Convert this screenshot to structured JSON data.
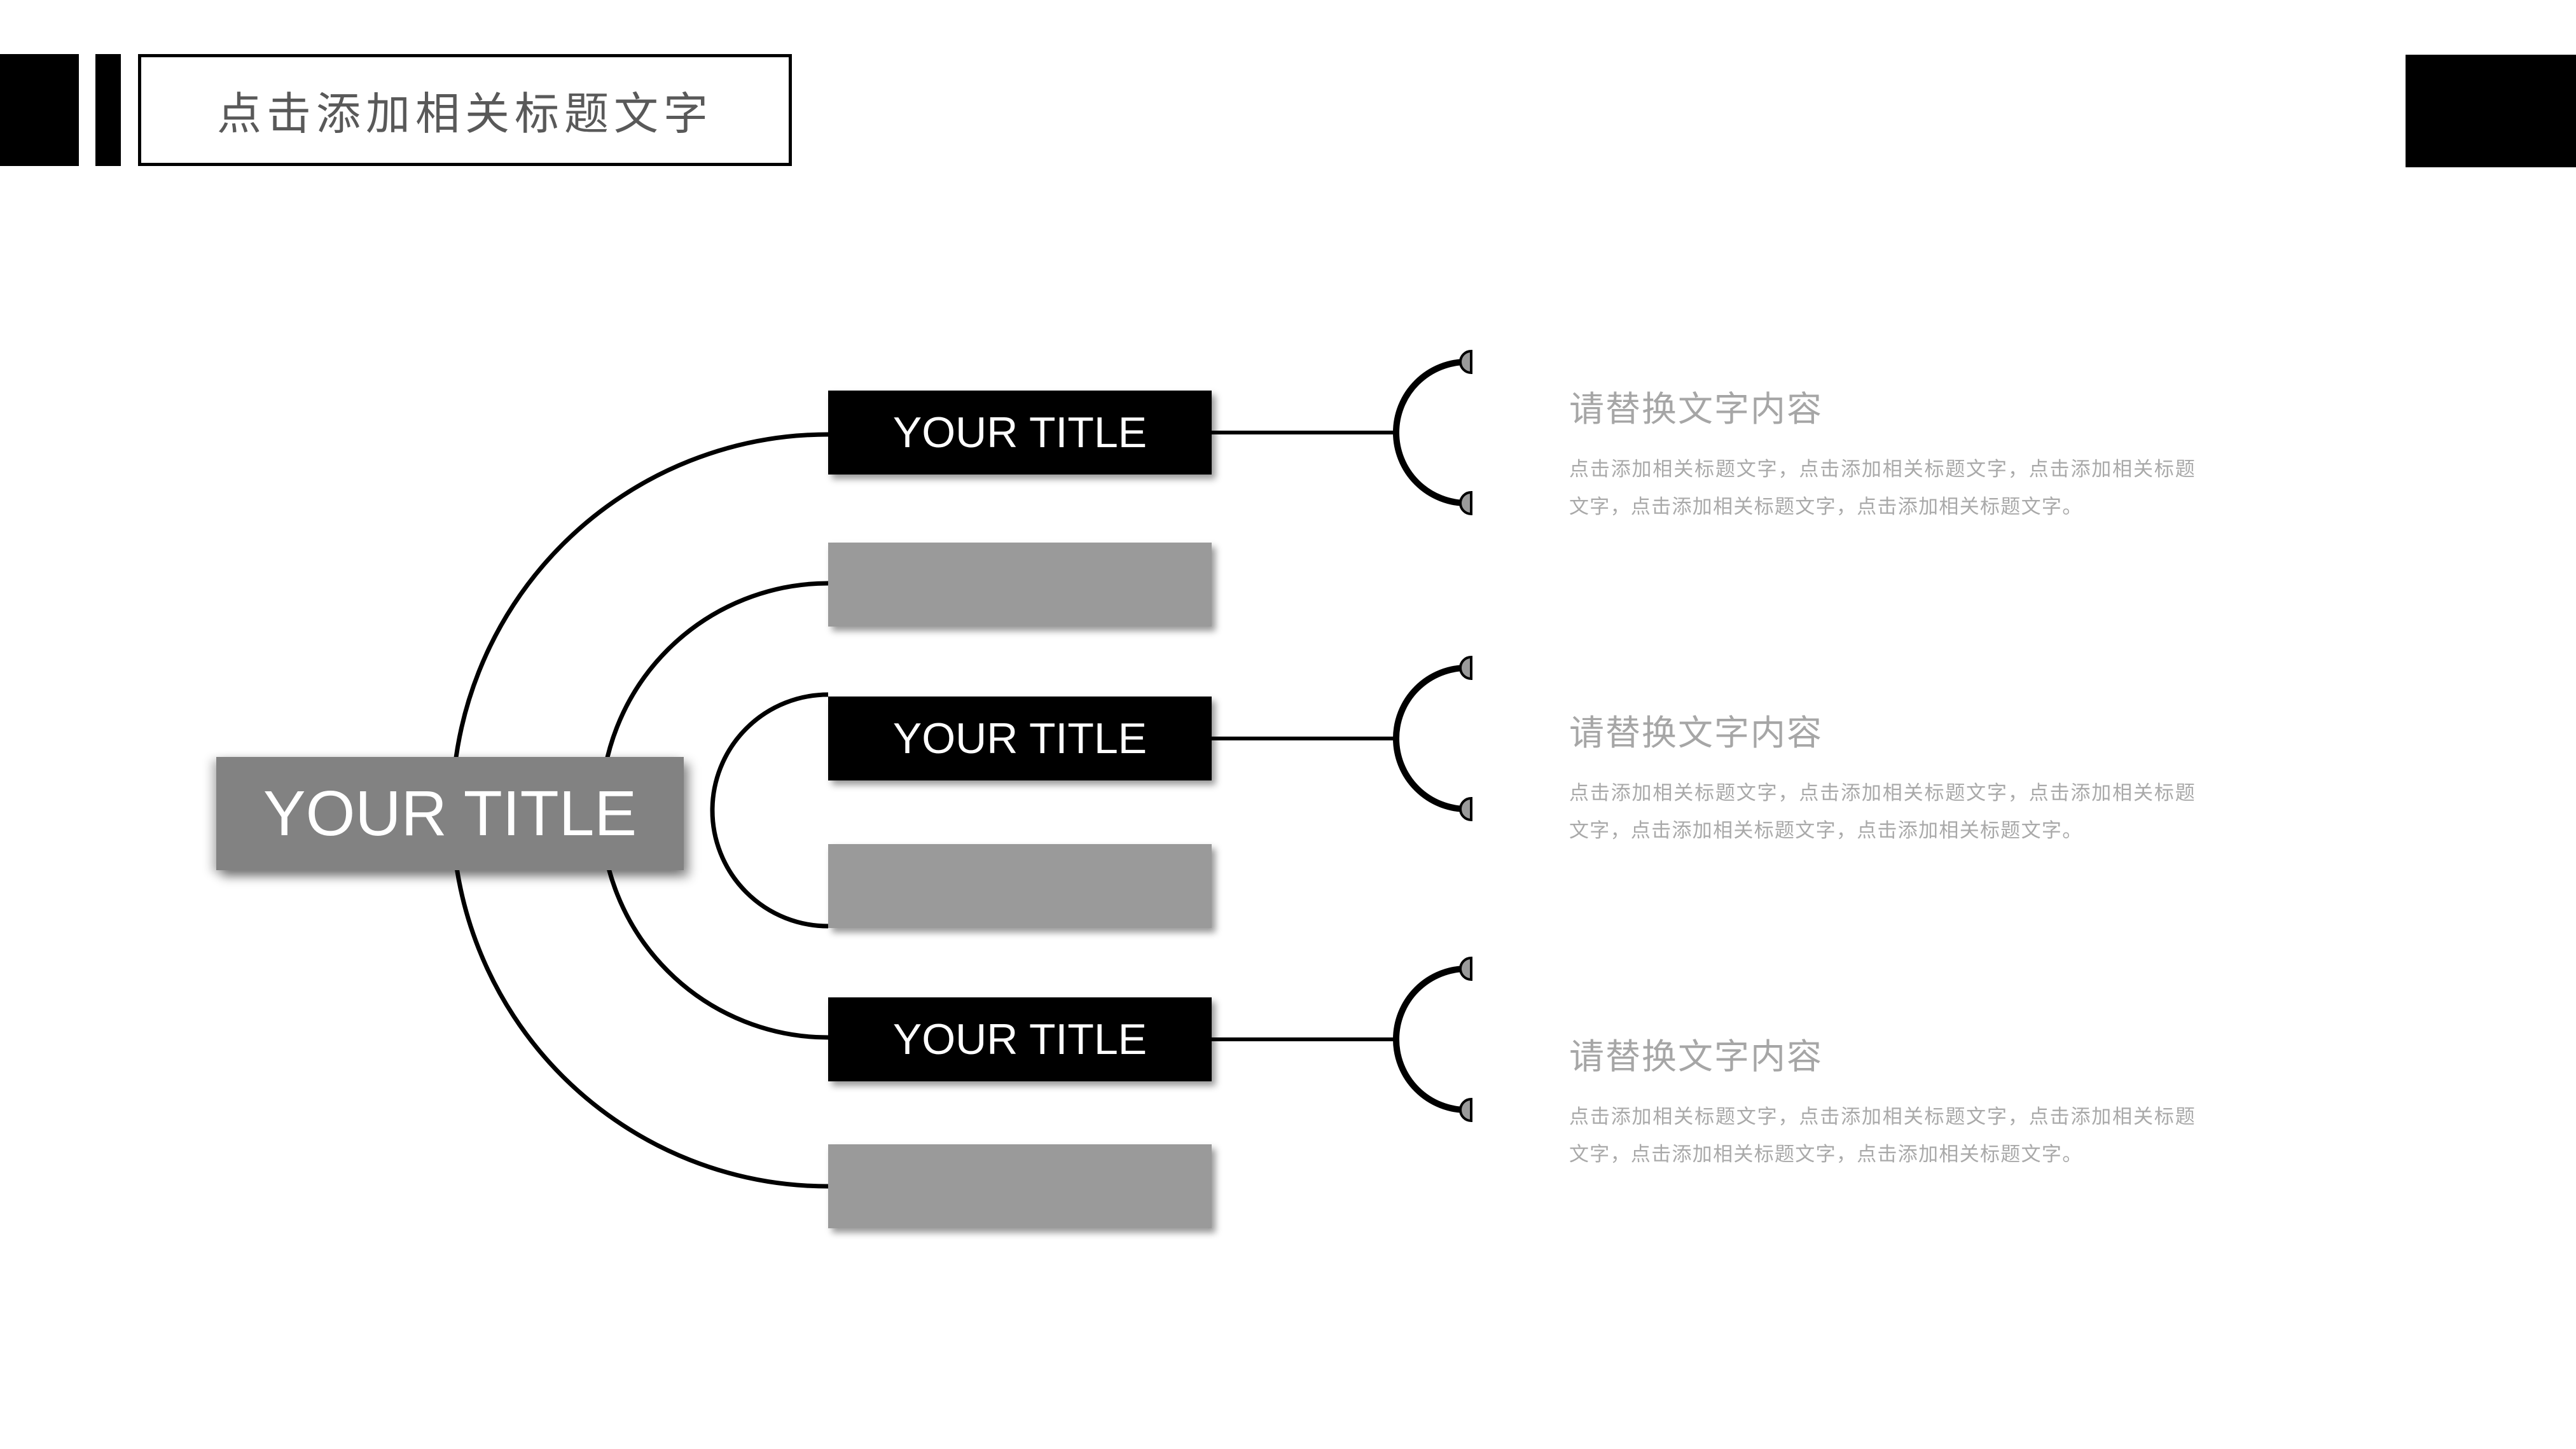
{
  "header": {
    "title": "点击添加相关标题文字"
  },
  "diagram": {
    "main_node": {
      "label": "YOUR TITLE"
    },
    "nodes": [
      {
        "type": "black",
        "label": "YOUR TITLE"
      },
      {
        "type": "gray",
        "label": ""
      },
      {
        "type": "black",
        "label": "YOUR TITLE"
      },
      {
        "type": "gray",
        "label": ""
      },
      {
        "type": "black",
        "label": "YOUR TITLE"
      },
      {
        "type": "gray",
        "label": ""
      }
    ]
  },
  "sections": [
    {
      "heading": "请替换文字内容",
      "body": "点击添加相关标题文字，点击添加相关标题文字，点击添加相关标题文字，点击添加相关标题文字，点击添加相关标题文字。"
    },
    {
      "heading": "请替换文字内容",
      "body": "点击添加相关标题文字，点击添加相关标题文字，点击添加相关标题文字，点击添加相关标题文字，点击添加相关标题文字。"
    },
    {
      "heading": "请替换文字内容",
      "body": "点击添加相关标题文字，点击添加相关标题文字，点击添加相关标题文字，点击添加相关标题文字，点击添加相关标题文字。"
    }
  ],
  "colors": {
    "accent_black": "#000000",
    "main_node_gray": "#828282",
    "node_gray": "#9a9a9a",
    "header_text_gray": "#595959",
    "muted_text_gray": "#a6a6a6",
    "background": "#ffffff"
  }
}
